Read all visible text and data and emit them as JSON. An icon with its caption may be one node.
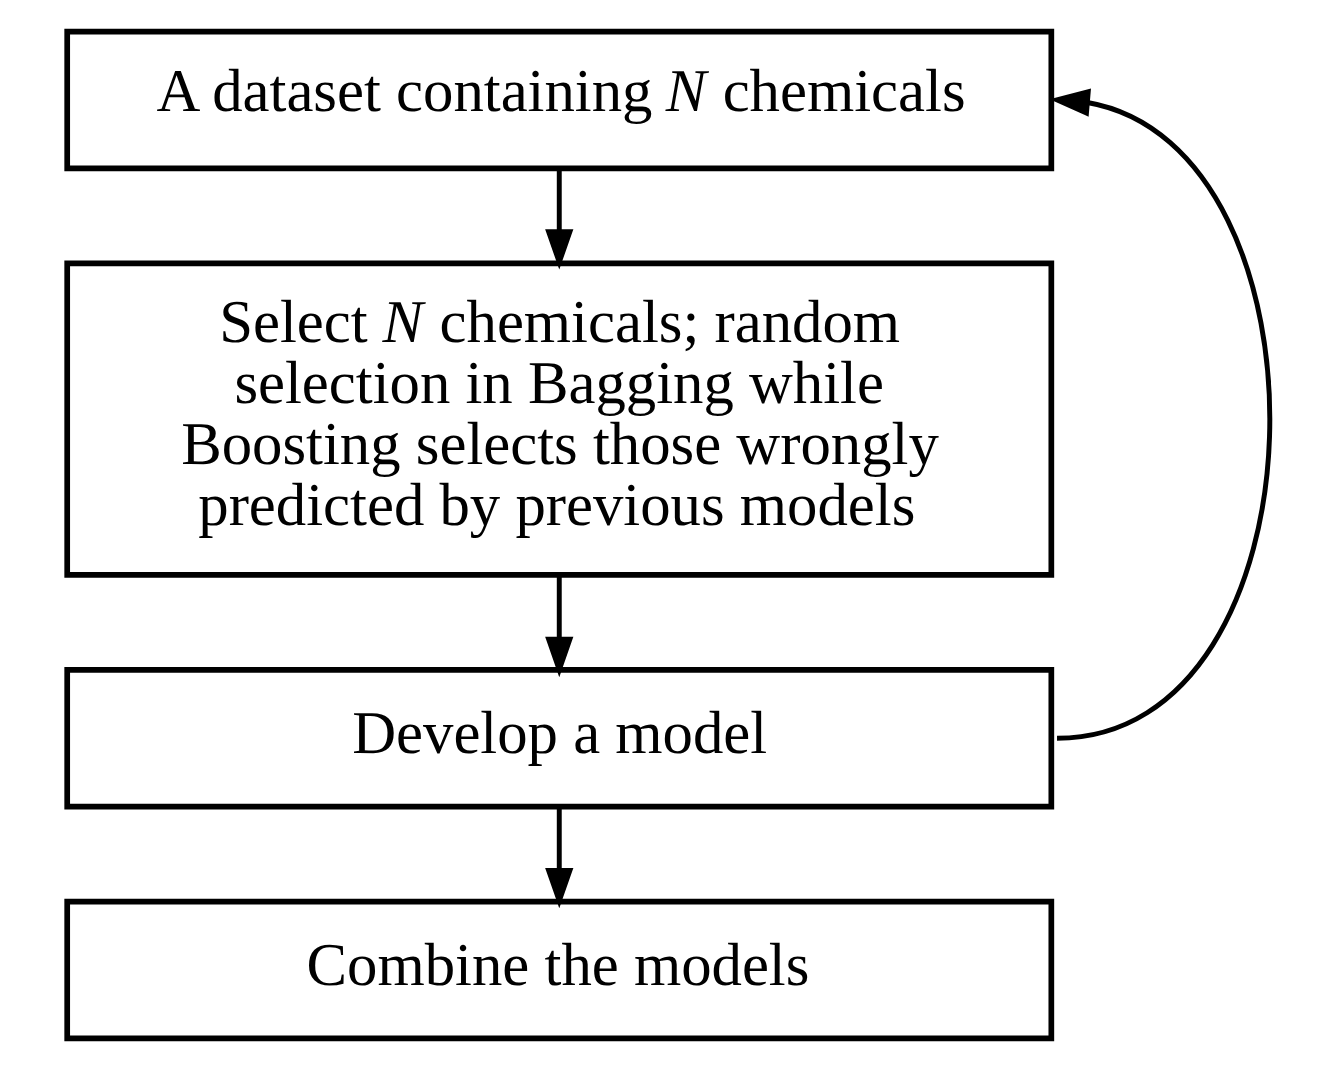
{
  "diagram": {
    "nodes": [
      {
        "text": [
          "A dataset containing *N* chemicals"
        ]
      },
      {
        "text": [
          "Select *N* chemicals; random selection in Bagging while Boosting selects those wrongly predicted by previous models"
        ]
      },
      {
        "text": [
          "Develop a model"
        ]
      },
      {
        "text": [
          "Combine the models"
        ]
      }
    ],
    "edges": [
      {
        "from": 0,
        "to": 1,
        "arrow": "to"
      },
      {
        "from": 1,
        "to": 2,
        "arrow": "to"
      },
      {
        "from": 2,
        "to": 3,
        "arrow": "to"
      },
      {
        "from": 2,
        "to": 0,
        "arrow": "to"
      }
    ]
  }
}
